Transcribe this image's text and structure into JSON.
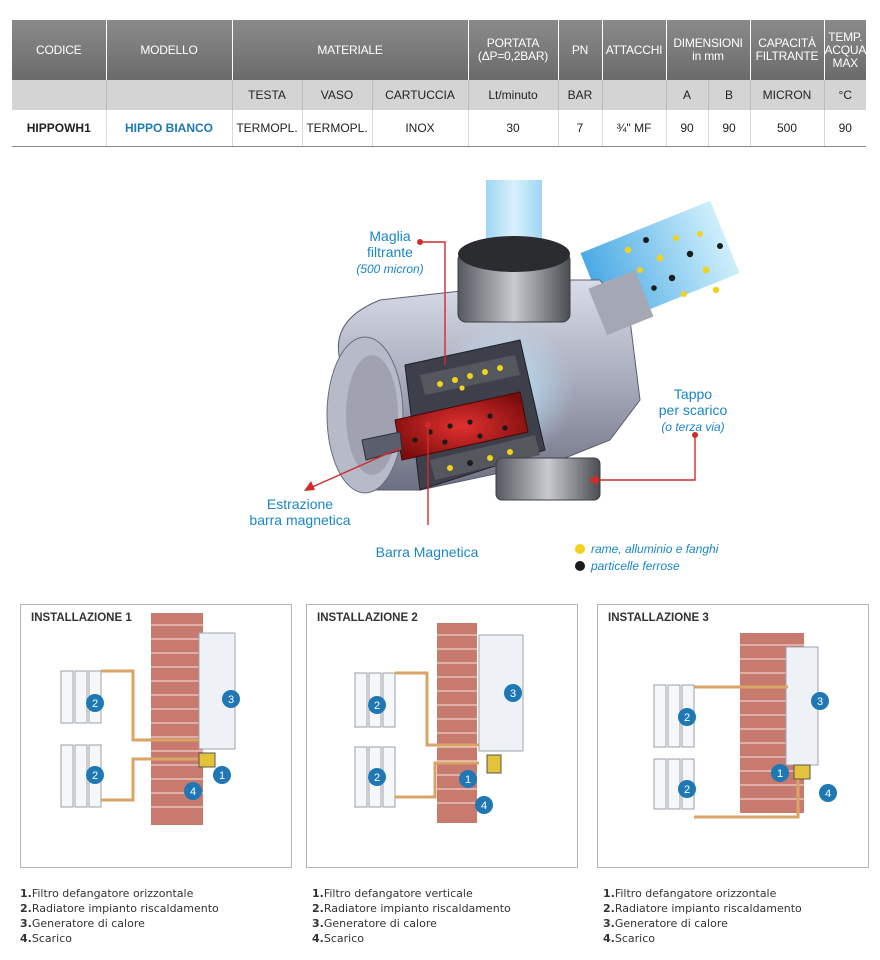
{
  "table": {
    "header1": [
      "CODICE",
      "MODELLO",
      "MATERIALE",
      "PORTATA\n(ΔP=0,2BAR)",
      "PN",
      "ATTACCHI",
      "DIMENSIONI\nin mm",
      "CAPACITÀ\nFILTRANTE",
      "TEMP.\nACQUA\nMAX"
    ],
    "header2": [
      "",
      "",
      "TESTA",
      "VASO",
      "CARTUCCIA",
      "Lt/minuto",
      "BAR",
      "",
      "A",
      "B",
      "MICRON",
      "°C"
    ],
    "row": [
      "HIPPOWH1",
      "HIPPO BIANCO",
      "TERMOPL.",
      "TERMOPL.",
      "INOX",
      "30",
      "7",
      "¾\" MF",
      "90",
      "90",
      "500",
      "90"
    ]
  },
  "figure": {
    "label_mesh": "Maglia\nfiltrante",
    "label_mesh_sub": "(500 micron)",
    "label_drain": "Tappo\nper scarico",
    "label_drain_sub": "(o terza via)",
    "label_extract": "Estrazione\nbarra magnetica",
    "label_magnet": "Barra Magnetica",
    "legend_yellow": "rame, alluminio e fanghi",
    "legend_black": "particelle ferrose",
    "color_yellow": "#f2d21b",
    "color_black": "#1b1b1b",
    "color_label": "#1a86c8",
    "color_pointer": "#d32a2a"
  },
  "installs": [
    {
      "title": "INSTALLAZIONE 1",
      "notes": [
        "Filtro defangatore orizzontale",
        "Radiatore impianto riscaldamento",
        "Generatore di calore",
        "Scarico"
      ]
    },
    {
      "title": "INSTALLAZIONE 2",
      "notes": [
        "Filtro defangatore verticale",
        "Radiatore impianto riscaldamento",
        "Generatore di calore",
        "Scarico"
      ]
    },
    {
      "title": "INSTALLAZIONE 3",
      "notes": [
        "Filtro defangatore orizzontale",
        "Radiatore impianto riscaldamento",
        "Generatore di calore",
        "Scarico"
      ]
    }
  ],
  "note_numbers": [
    "1.",
    "2.",
    "3.",
    "4."
  ],
  "badges": [
    "1",
    "2",
    "3",
    "4"
  ]
}
